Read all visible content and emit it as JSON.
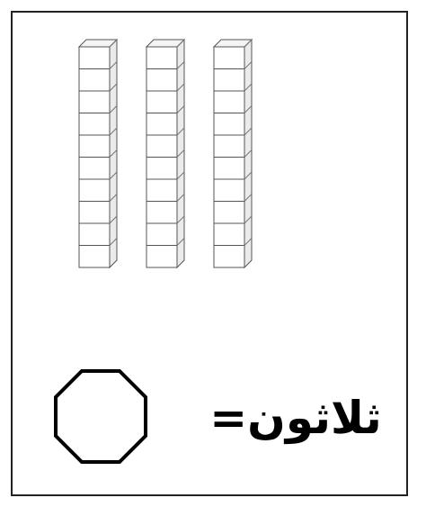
{
  "card": {
    "rod_count": 3,
    "cubes_per_rod": 10,
    "answer_shape": "octagon",
    "label": "ثلاثون="
  }
}
